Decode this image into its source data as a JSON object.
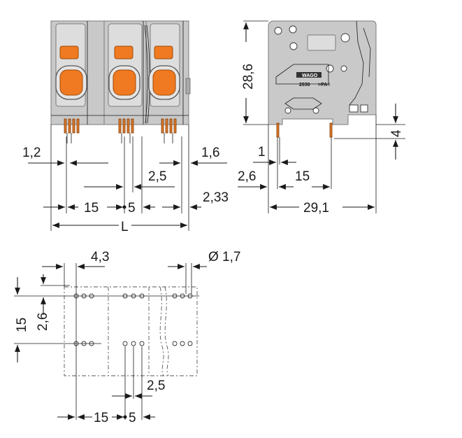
{
  "front_view": {
    "dim_1_2": "1,2",
    "dim_1_6": "1,6",
    "dim_2_5": "2,5",
    "dim_15": "15",
    "dim_5": "5",
    "dim_2_33": "2,33",
    "dim_L": "L"
  },
  "side_view": {
    "dim_28_6": "28,6",
    "dim_4": "4",
    "dim_1": "1",
    "dim_2_6": "2,6",
    "dim_15": "15",
    "dim_29_1": "29,1",
    "logo_text": "WAGO",
    "part_number": "2636",
    "material_mark": ">PA<"
  },
  "pcb_layout": {
    "dim_4_3": "4,3",
    "dim_dia_1_7": "Ø 1,7",
    "dim_15_vertical": "15",
    "dim_2_6_vertical": "2,6",
    "dim_2_5": "2,5",
    "dim_15": "15",
    "dim_5": "5"
  },
  "colors": {
    "housing": "#c9c9c9",
    "actuator": "#f07a21",
    "line": "#1a1a1a"
  }
}
